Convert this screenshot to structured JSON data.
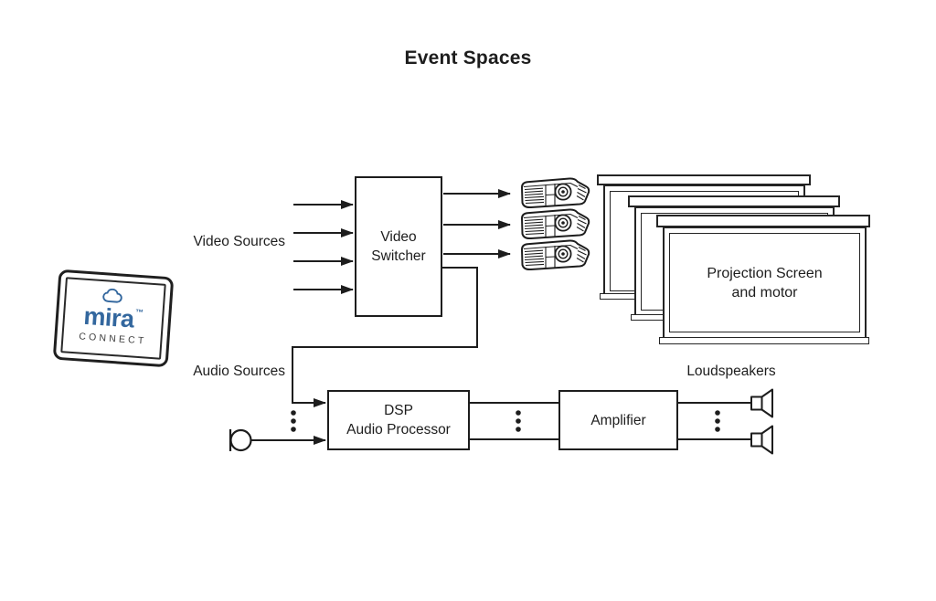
{
  "title": "Event Spaces",
  "labels": {
    "video_sources": "Video Sources",
    "audio_sources": "Audio Sources",
    "loudspeakers": "Loudspeakers"
  },
  "boxes": {
    "video_switcher": {
      "line1": "Video",
      "line2": "Switcher"
    },
    "dsp": {
      "line1": "DSP",
      "line2": "Audio Processor"
    },
    "amplifier": {
      "label": "Amplifier"
    }
  },
  "projection_screen": {
    "line1": "Projection Screen",
    "line2": "and motor"
  },
  "tablet": {
    "brand": "mira",
    "trademark": "™",
    "subbrand": "CONNECT"
  },
  "icons": {
    "cloud": "cloud-icon",
    "projector": "projector-icon",
    "microphone": "microphone-icon",
    "loudspeaker": "loudspeaker-icon",
    "arrow": "arrowhead-icon"
  },
  "colors": {
    "line": "#1d1d1d",
    "mira_blue": "#33679e",
    "connect_text": "#3c3c3c",
    "background": "#ffffff"
  },
  "counts": {
    "video_inputs": 4,
    "projectors": 3,
    "loudspeakers": 2
  }
}
